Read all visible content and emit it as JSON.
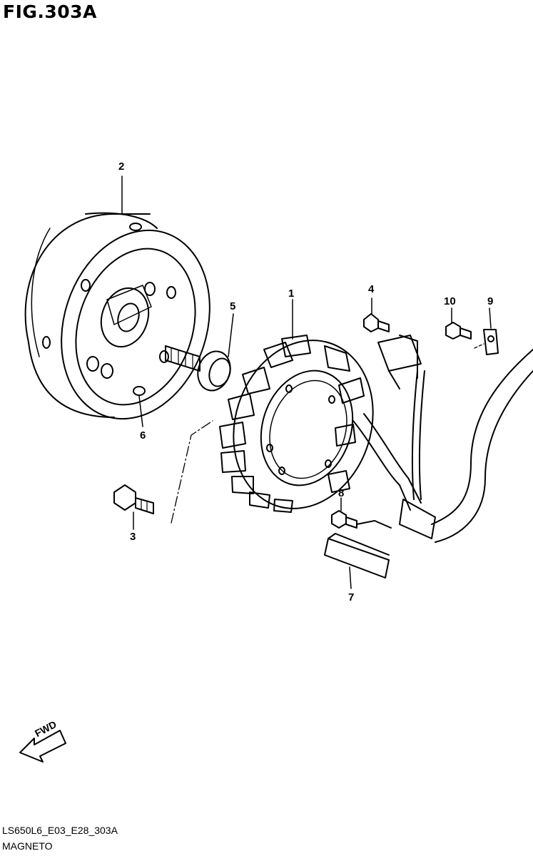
{
  "figure": {
    "title": "FIG.303A",
    "code": "LS650L6_E03_E28_303A",
    "name": "MAGNETO"
  },
  "direction_label": "FWD",
  "callouts": [
    {
      "id": "p1",
      "label": "1"
    },
    {
      "id": "p2",
      "label": "2"
    },
    {
      "id": "p3",
      "label": "3"
    },
    {
      "id": "p4",
      "label": "4"
    },
    {
      "id": "p5",
      "label": "5"
    },
    {
      "id": "p6",
      "label": "6"
    },
    {
      "id": "p7",
      "label": "7"
    },
    {
      "id": "p8",
      "label": "8"
    },
    {
      "id": "p9",
      "label": "9"
    },
    {
      "id": "p10",
      "label": "10"
    }
  ]
}
